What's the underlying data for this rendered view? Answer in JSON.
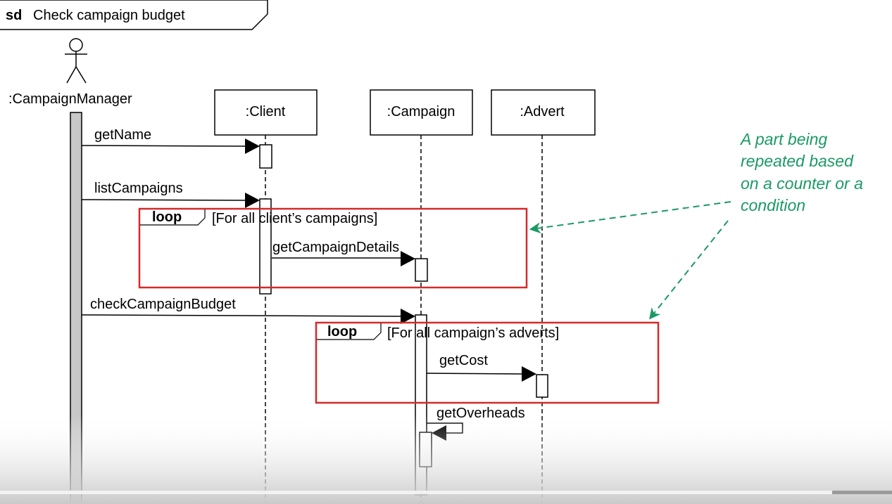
{
  "frame": {
    "keyword": "sd",
    "title": "Check campaign budget"
  },
  "actor": {
    "label": ":CampaignManager"
  },
  "lifelines": [
    {
      "label": ":Client"
    },
    {
      "label": ":Campaign"
    },
    {
      "label": ":Advert"
    }
  ],
  "messages": {
    "getName": "getName",
    "listCampaigns": "listCampaigns",
    "getCampaignDetails": "getCampaignDetails",
    "checkCampaignBudget": "checkCampaignBudget",
    "getCost": "getCost",
    "getOverheads": "getOverheads"
  },
  "loops": [
    {
      "keyword": "loop",
      "guard": "[For all client’s campaigns]"
    },
    {
      "keyword": "loop",
      "guard": "[For all campaign’s adverts]"
    }
  ],
  "annotation": {
    "lines": [
      "A part being",
      "repeated based",
      "on a counter or a",
      "condition"
    ],
    "color": "#1a9a64"
  },
  "colors": {
    "loop_border": "#d42a2a",
    "activation_fill": "#c8c8c8"
  }
}
